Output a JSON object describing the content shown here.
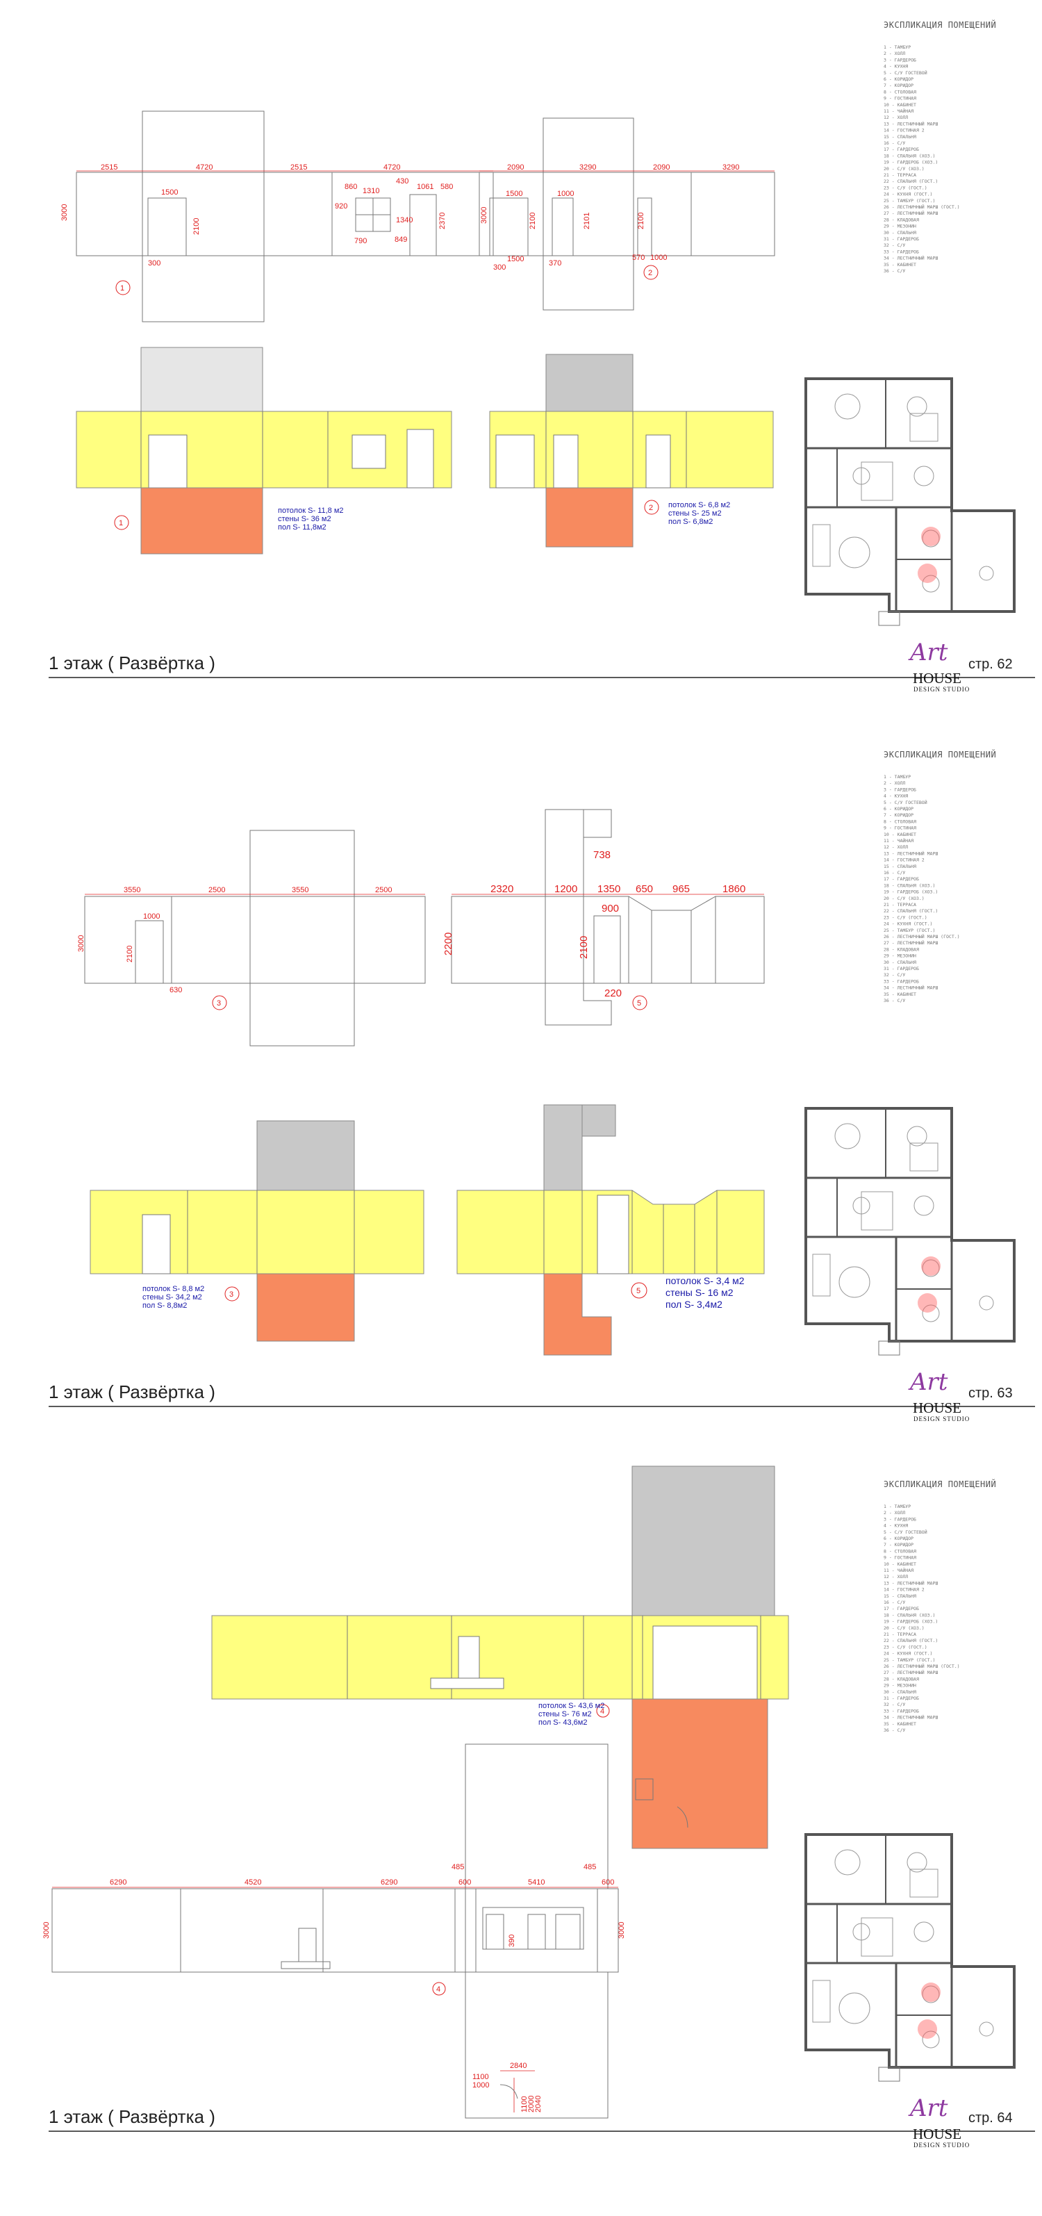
{
  "legend": {
    "title": "ЭКСПЛИКАЦИЯ ПОМЕЩЕНИЙ",
    "items": [
      "1 - ТАМБУР",
      "2 - ХОЛЛ",
      "3 - ГАРДЕРОБ",
      "4 - КУХНЯ",
      "5 - С/У ГОСТЕВОЙ",
      "6 - КОРИДОР",
      "7 - КОРИДОР",
      "8 - СТОЛОВАЯ",
      "9 - ГОСТИНАЯ",
      "10 - КАБИНЕТ",
      "11 - ЧАЙНАЯ",
      "12 - ХОЛЛ",
      "13 - ЛЕСТНИЧНЫЙ МАРШ",
      "14 - ГОСТИНАЯ 2",
      "15 - СПАЛЬНЯ",
      "16 - С/У",
      "17 - ГАРДЕРОБ",
      "18 - СПАЛЬНЯ (ХОЗ.)",
      "19 - ГАРДЕРОБ (ХОЗ.)",
      "20 - С/У (ХОЗ.)",
      "21 - ТЕРРАСА",
      "22 - СПАЛЬНЯ (ГОСТ.)",
      "23 - С/У (ГОСТ.)",
      "24 - КУХНЯ (ГОСТ.)",
      "25 - ТАМБУР (ГОСТ.)",
      "26 - ЛЕСТНИЧНЫЙ МАРШ (ГОСТ.)",
      "27 - ЛЕСТНИЧНЫЙ МАРШ",
      "28 - КЛАДОВАЯ",
      "29 - МЕЗОНИН",
      "30 - СПАЛЬНЯ",
      "31 - ГАРДЕРОБ",
      "32 - С/У",
      "33 - ГАРДЕРОБ",
      "34 - ЛЕСТНИЧНЫЙ МАРШ",
      "35 - КАБИНЕТ",
      "36 - С/У"
    ]
  },
  "pages": [
    {
      "title": "1 этаж ( Развёртка )",
      "page_number": "стр. 62",
      "rooms": [
        {
          "marker": "1",
          "dims": [
            "2515",
            "4720",
            "2515",
            "4720",
            "3000",
            "1500",
            "2100",
            "300",
            "860",
            "1310",
            "430",
            "1061",
            "580",
            "920",
            "1340",
            "790",
            "849",
            "2370"
          ],
          "areas": {
            "ceiling": "потолок  S- 11,8 м2",
            "walls": "стены     S- 36 м2",
            "floor": "пол        S- 11,8м2"
          }
        },
        {
          "marker": "2",
          "dims": [
            "2090",
            "3290",
            "2090",
            "3290",
            "3000",
            "1500",
            "2100",
            "1000",
            "2101",
            "2100",
            "300",
            "1500",
            "370",
            "570",
            "1000"
          ],
          "areas": {
            "ceiling": "потолок  S- 6,8 м2",
            "walls": "стены     S- 25 м2",
            "floor": "пол        S- 6,8м2"
          }
        }
      ]
    },
    {
      "title": "1 этаж ( Развёртка )",
      "page_number": "стр. 63",
      "rooms": [
        {
          "marker": "3",
          "dims": [
            "3550",
            "2500",
            "3550",
            "2500",
            "3000",
            "1000",
            "2100",
            "630"
          ],
          "areas": {
            "ceiling": "потолок  S- 8,8 м2",
            "walls": "стены     S- 34,2 м2",
            "floor": "пол        S- 8,8м2"
          }
        },
        {
          "marker": "5",
          "dims": [
            "2320",
            "1200",
            "1350",
            "650",
            "965",
            "1860",
            "2200",
            "738",
            "900",
            "2100",
            "220"
          ],
          "areas": {
            "ceiling": "потолок  S- 3,4 м2",
            "walls": "стены     S- 16 м2",
            "floor": "пол        S- 3,4м2"
          }
        }
      ]
    },
    {
      "title": "1 этаж ( Развёртка )",
      "page_number": "стр. 64",
      "rooms": [
        {
          "marker": "4",
          "dims": [
            "6290",
            "4520",
            "6290",
            "485",
            "600",
            "5410",
            "485",
            "600",
            "3000",
            "3000",
            "390",
            "2840",
            "1100",
            "1000",
            "1100",
            "2000",
            "2040"
          ],
          "areas": {
            "ceiling": "потолок  S- 43,6 м2",
            "walls": "стены     S- 76 м2",
            "floor": "пол        S- 43,6м2"
          }
        }
      ]
    }
  ],
  "logo": {
    "art": "Art",
    "house": "HOUSE",
    "sub": "DESIGN STUDIO"
  },
  "colors": {
    "wall": "#ffff80",
    "floor": "#f78a5f",
    "ceiling": "#e6e6e6",
    "dimension": "#e02020",
    "area_text": "#1a1aa8"
  }
}
